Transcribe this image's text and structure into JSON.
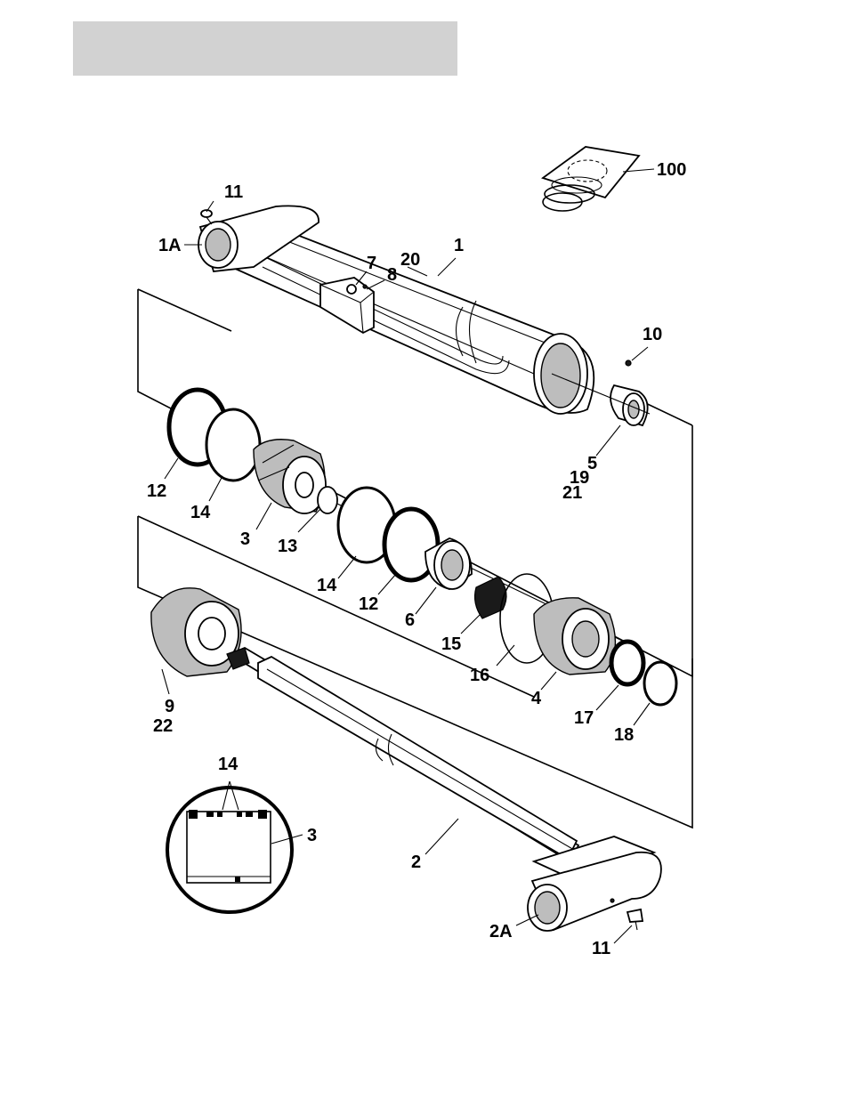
{
  "callouts": {
    "c11_top": "11",
    "c1A": "1A",
    "c100": "100",
    "c1": "1",
    "c20": "20",
    "c7": "7",
    "c8": "8",
    "c10": "10",
    "c5": "5",
    "c19": "19",
    "c21": "21",
    "c12_a": "12",
    "c14_a": "14",
    "c3_a": "3",
    "c13": "13",
    "c14_b": "14",
    "c12_b": "12",
    "c6": "6",
    "c15": "15",
    "c16": "16",
    "c4": "4",
    "c17": "17",
    "c18": "18",
    "c9": "9",
    "c22": "22",
    "c14_detail": "14",
    "c3_detail": "3",
    "c2": "2",
    "c2A": "2A",
    "c11_bottom": "11"
  }
}
